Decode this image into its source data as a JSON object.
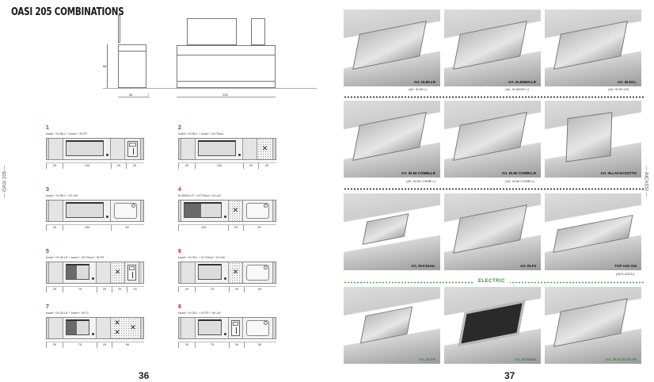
{
  "left_page": {
    "title": "OASI 205 COMBINATIONS",
    "side_label": "— OASI 205 —",
    "page_number": "36",
    "elevation": {
      "height_dim": "88",
      "depth_dim": "56",
      "small_dim": "7",
      "width_dim": "205"
    },
    "combinations": [
      {
        "number": "1",
        "desc": "board + IN BILL + board + IN FR",
        "dims": [
          "29",
          "103",
          "29",
          "29"
        ]
      },
      {
        "number": "2",
        "desc": "board + IN BILL + board + IN F2bud",
        "dims": [
          "29",
          "103",
          "29",
          "29"
        ]
      },
      {
        "number": "3",
        "desc": "board + IN BILL + IN LAV",
        "dims": [
          "29",
          "103",
          "59"
        ]
      },
      {
        "number": "4",
        "desc": "IN BIMIX.LR + IN F2bud + IN LAV",
        "dims": [
          "103",
          "29",
          "59"
        ]
      },
      {
        "number": "5",
        "desc": "board + IN 55.LR + board + IN F2bud + IN FR",
        "dims": [
          "29",
          "75",
          "29",
          "29",
          "29"
        ]
      },
      {
        "number": "6",
        "desc": "board + IN 5S.L + IN F2bud + IN LAV",
        "dims": [
          "29",
          "75",
          "29",
          "59"
        ]
      },
      {
        "number": "7",
        "desc": "board + IN 55.LR + board + IN F3",
        "dims": [
          "29",
          "75",
          "29",
          "59"
        ]
      },
      {
        "number": "8",
        "desc": "board + IN 5S.L + IN FR + IN LAV",
        "dims": [
          "29",
          "75",
          "29",
          "59"
        ]
      }
    ]
  },
  "right_page": {
    "side_label": "— INCASSI —",
    "page_number": "37",
    "section_electric": "ELECTRIC",
    "products": [
      {
        "label": "Art. IN.80.LR",
        "sub": "(Art. IN.80.L)"
      },
      {
        "label": "Art. IN.80MIX.LR",
        "sub": "(Art. IN.80MIX.L)"
      },
      {
        "label": "Art. IN.5S.L",
        "sub": "(Art. IN.5S.LR)"
      },
      {
        "label": "Art. IN.55 COMBI.LR",
        "sub": "(Art. IN.55 COMBI.L)"
      },
      {
        "label": "Art. IN.80 COMBI.LR",
        "sub": "(Art. IN.80 COMBI.L)"
      },
      {
        "label": "Art. IN.LAV.H+SOTTO",
        "sub": ""
      },
      {
        "label": "Art. IN.F.DUAL",
        "sub": ""
      },
      {
        "label": "Art. IN.F3",
        "sub": ""
      },
      {
        "label": "TOP AISI 316",
        "sub": "(INCLUDED)"
      },
      {
        "label": "Art. IN.FR",
        "sub": ""
      },
      {
        "label": "Art. IN.IND60",
        "sub": ""
      },
      {
        "label": "Art. IN.F2.ELECTR",
        "sub": ""
      }
    ]
  }
}
